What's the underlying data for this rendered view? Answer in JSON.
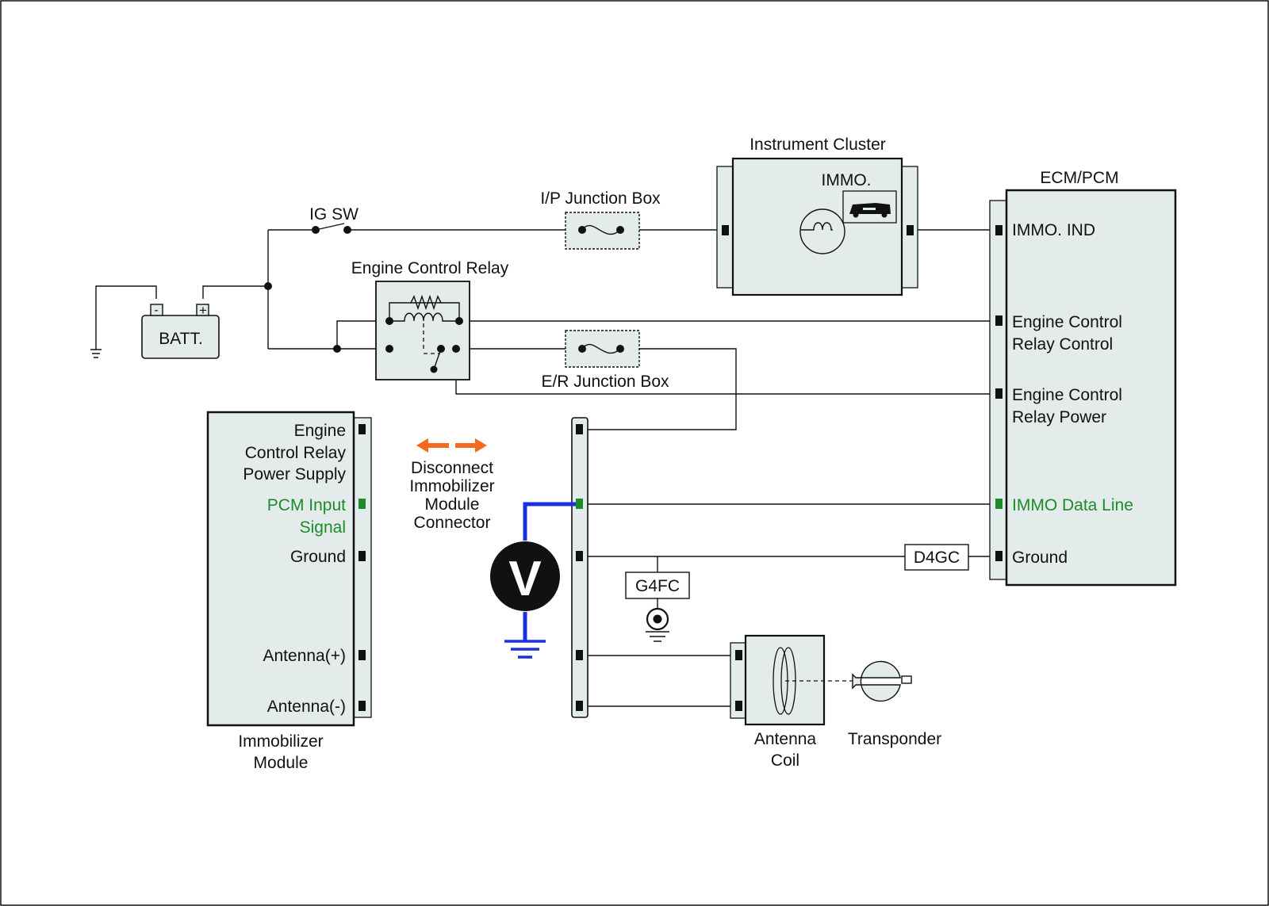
{
  "components": {
    "instrument_cluster": "Instrument Cluster",
    "immo_indicator": "IMMO.",
    "ecm_pcm": "ECM/PCM",
    "ig_sw": "IG SW",
    "ip_junction_box": "I/P Junction Box",
    "engine_control_relay": "Engine Control Relay",
    "er_junction_box": "E/R Junction Box",
    "battery": "BATT.",
    "battery_minus": "-",
    "battery_plus": "+",
    "immobilizer_module": [
      "Immobilizer",
      "Module"
    ],
    "antenna_coil": [
      "Antenna",
      "Coil"
    ],
    "transponder": "Transponder",
    "voltmeter": "V",
    "g4fc": "G4FC",
    "d4gc": "D4GC"
  },
  "ecm_pins": {
    "immo_ind": "IMMO. IND",
    "relay_control": [
      "Engine Control",
      "Relay Control"
    ],
    "relay_power": [
      "Engine Control",
      "Relay Power"
    ],
    "immo_data_line": "IMMO Data Line",
    "ground": "Ground"
  },
  "immobilizer_pins": {
    "relay_power_supply": [
      "Engine",
      "Control Relay",
      "Power Supply"
    ],
    "pcm_input_signal": [
      "PCM Input",
      "Signal"
    ],
    "ground": "Ground",
    "antenna_plus": "Antenna(+)",
    "antenna_minus": "Antenna(-)"
  },
  "annotation": {
    "disconnect": [
      "Disconnect",
      "Immobilizer",
      "Module",
      "Connector"
    ]
  },
  "colors": {
    "signal_green": "#1e8a2a",
    "probe_blue": "#1a2fe0",
    "arrow_orange": "#f26a1b",
    "box_fill": "#e4ebeb"
  }
}
